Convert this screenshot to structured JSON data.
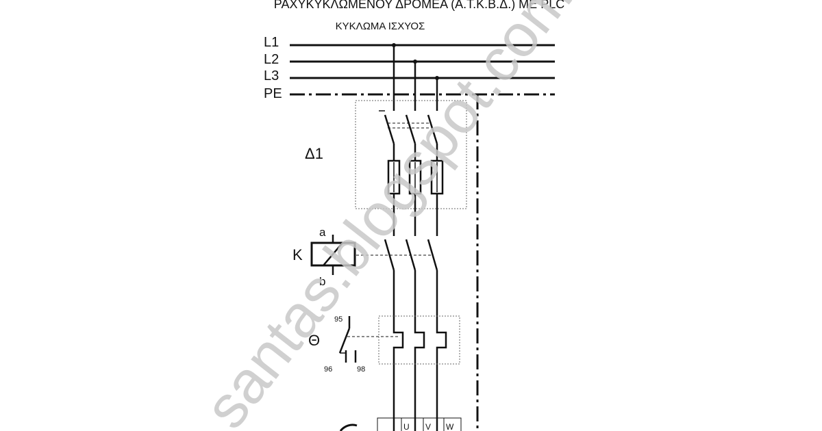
{
  "header": {
    "title": "ΡΑΧΥΚΥΚΛΩΜΕΝΟΥ  ΔΡΟΜΕΑ (Α.Τ.Κ.Β.Δ.) ΜΕ PLC",
    "subtitle": "ΚΥΚΛΩΜΑ  ΙΣΧΥΟΣ"
  },
  "busbars": [
    "L1",
    "L2",
    "L3",
    "PE"
  ],
  "components": {
    "fuse_switch": "Δ1",
    "contactor": "Κ",
    "coil_top": "a",
    "coil_bottom": "b",
    "overload": "Θ",
    "nc_contact": "95",
    "contact_96": "96",
    "contact_98": "98"
  },
  "motor_terminals": [
    "U",
    "V",
    "W"
  ],
  "watermark": "santas.blogspot.com",
  "colors": {
    "line": "#111111",
    "watermark": "#c8c8c8"
  }
}
